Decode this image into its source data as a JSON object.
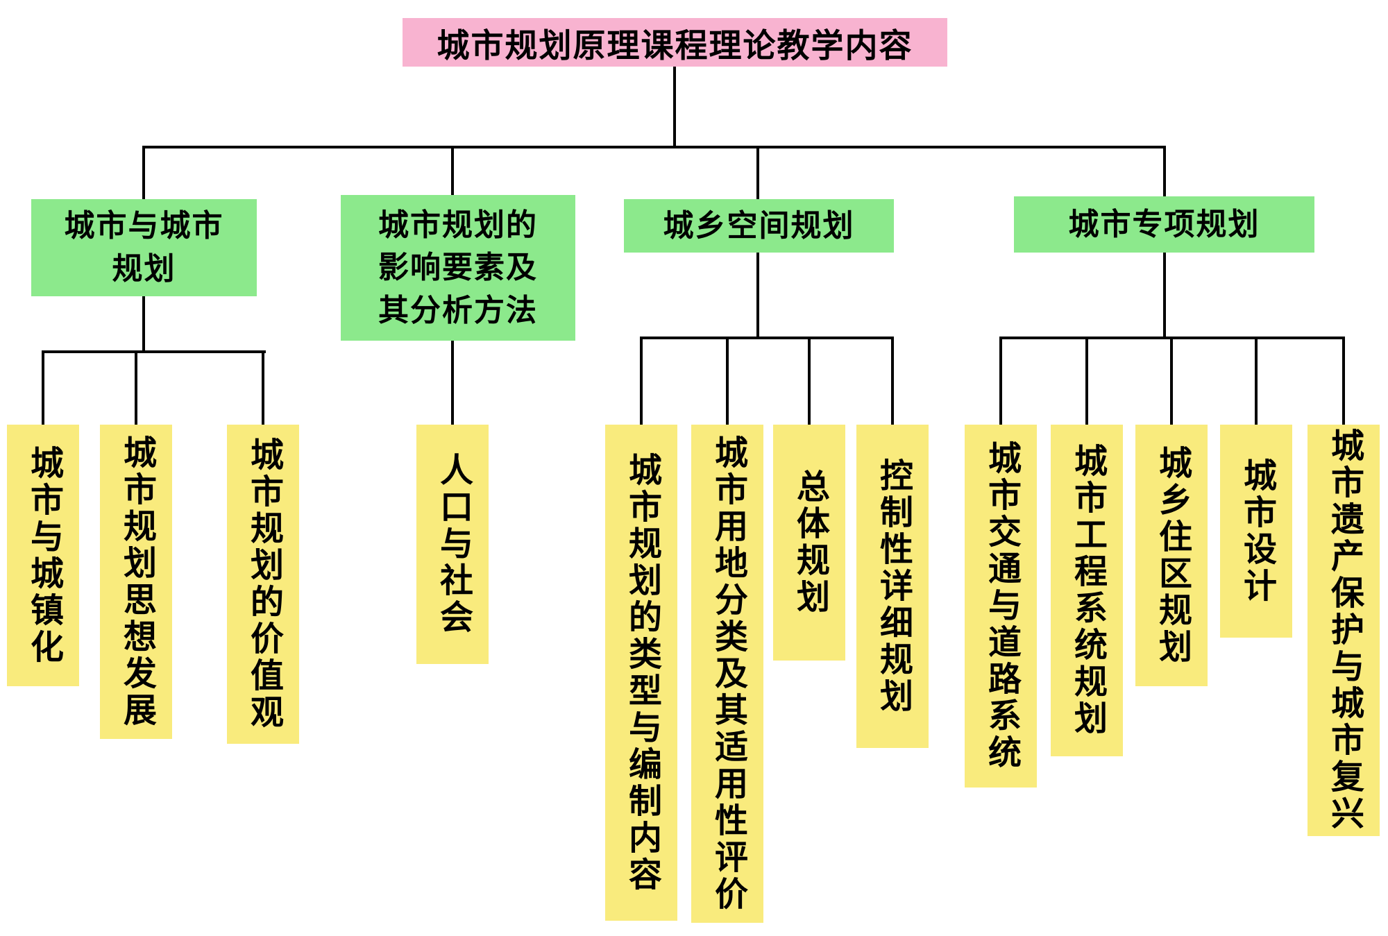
{
  "diagram": {
    "root": "城市规划原理课程理论教学内容",
    "branches": [
      {
        "label": "城市与城市规划",
        "children": [
          "城市与城镇化",
          "城市规划思想发展",
          "城市规划的价值观"
        ]
      },
      {
        "label": "城市规划的影响要素及其分析方法",
        "children": [
          "人口与社会"
        ]
      },
      {
        "label": "城乡空间规划",
        "children": [
          "城市规划的类型与编制内容",
          "城市用地分类及其适用性评价",
          "总体规划",
          "控制性详细规划"
        ]
      },
      {
        "label": "城市专项规划",
        "children": [
          "城市交通与道路系统",
          "城市工程系统规划",
          "城乡住区规划",
          "城市设计",
          "城市遗产保护与城市复兴"
        ]
      }
    ]
  },
  "colors": {
    "root_bg": "#f8b3d0",
    "branch_bg": "#8ce98c",
    "leaf_bg": "#f9eb7d",
    "line": "#000000",
    "background": "#ffffff",
    "text": "#000000"
  }
}
